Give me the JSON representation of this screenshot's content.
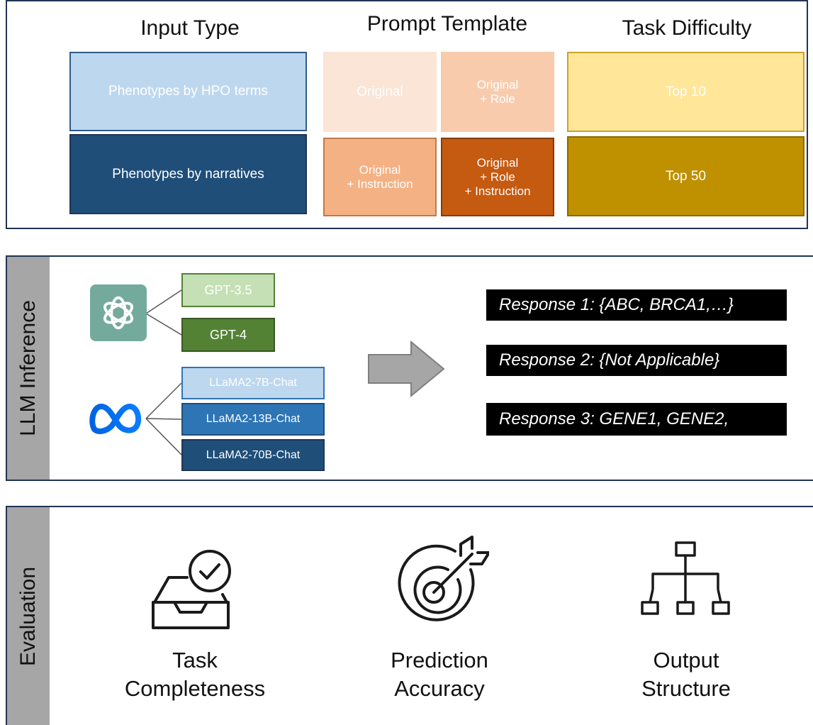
{
  "input_type": {
    "header": "Input Type",
    "options": [
      "Phenotypes by HPO terms",
      "Phenotypes by narratives"
    ]
  },
  "prompt_template": {
    "header": "Prompt Template",
    "cells": {
      "original": [
        "Original"
      ],
      "original_role": [
        "Original",
        "+ Role"
      ],
      "original_instruction": [
        "Original",
        "+ Instruction"
      ],
      "original_role_instruction": [
        "Original",
        "+ Role",
        "+ Instruction"
      ]
    }
  },
  "task_difficulty": {
    "header": "Task Difficulty",
    "options": [
      "Top 10",
      "Top 50"
    ]
  },
  "llm_inference": {
    "label": "LLM Inference",
    "openai_models": [
      "GPT-3.5",
      "GPT-4"
    ],
    "meta_models": [
      "LLaMA2-7B-Chat",
      "LLaMA2-13B-Chat",
      "LLaMA2-70B-Chat"
    ],
    "responses": [
      "Response 1: {ABC, BRCA1,…}",
      "Response 2: {Not Applicable}",
      "Response 3: GENE1, GENE2,"
    ]
  },
  "evaluation": {
    "label": "Evaluation",
    "metrics": [
      {
        "line1": "Task",
        "line2": "Completeness",
        "icon": "inbox-check-icon"
      },
      {
        "line1": "Prediction",
        "line2": "Accuracy",
        "icon": "target-arrow-icon"
      },
      {
        "line1": "Output",
        "line2": "Structure",
        "icon": "hierarchy-icon"
      }
    ]
  },
  "colors": {
    "hpo": "#bdd7ee",
    "narratives": "#1f4e79",
    "pt_light": "#fbe5d6",
    "pt_mid": "#f8cbad",
    "pt_orange": "#f4b183",
    "pt_dark": "#c55a11",
    "top10": "#ffe699",
    "top50": "#bf9000",
    "gpt35": "#c5e0b4",
    "gpt4": "#548235",
    "llama7": "#bdd7ee",
    "llama13": "#2e75b6",
    "llama70": "#1f4e79"
  }
}
